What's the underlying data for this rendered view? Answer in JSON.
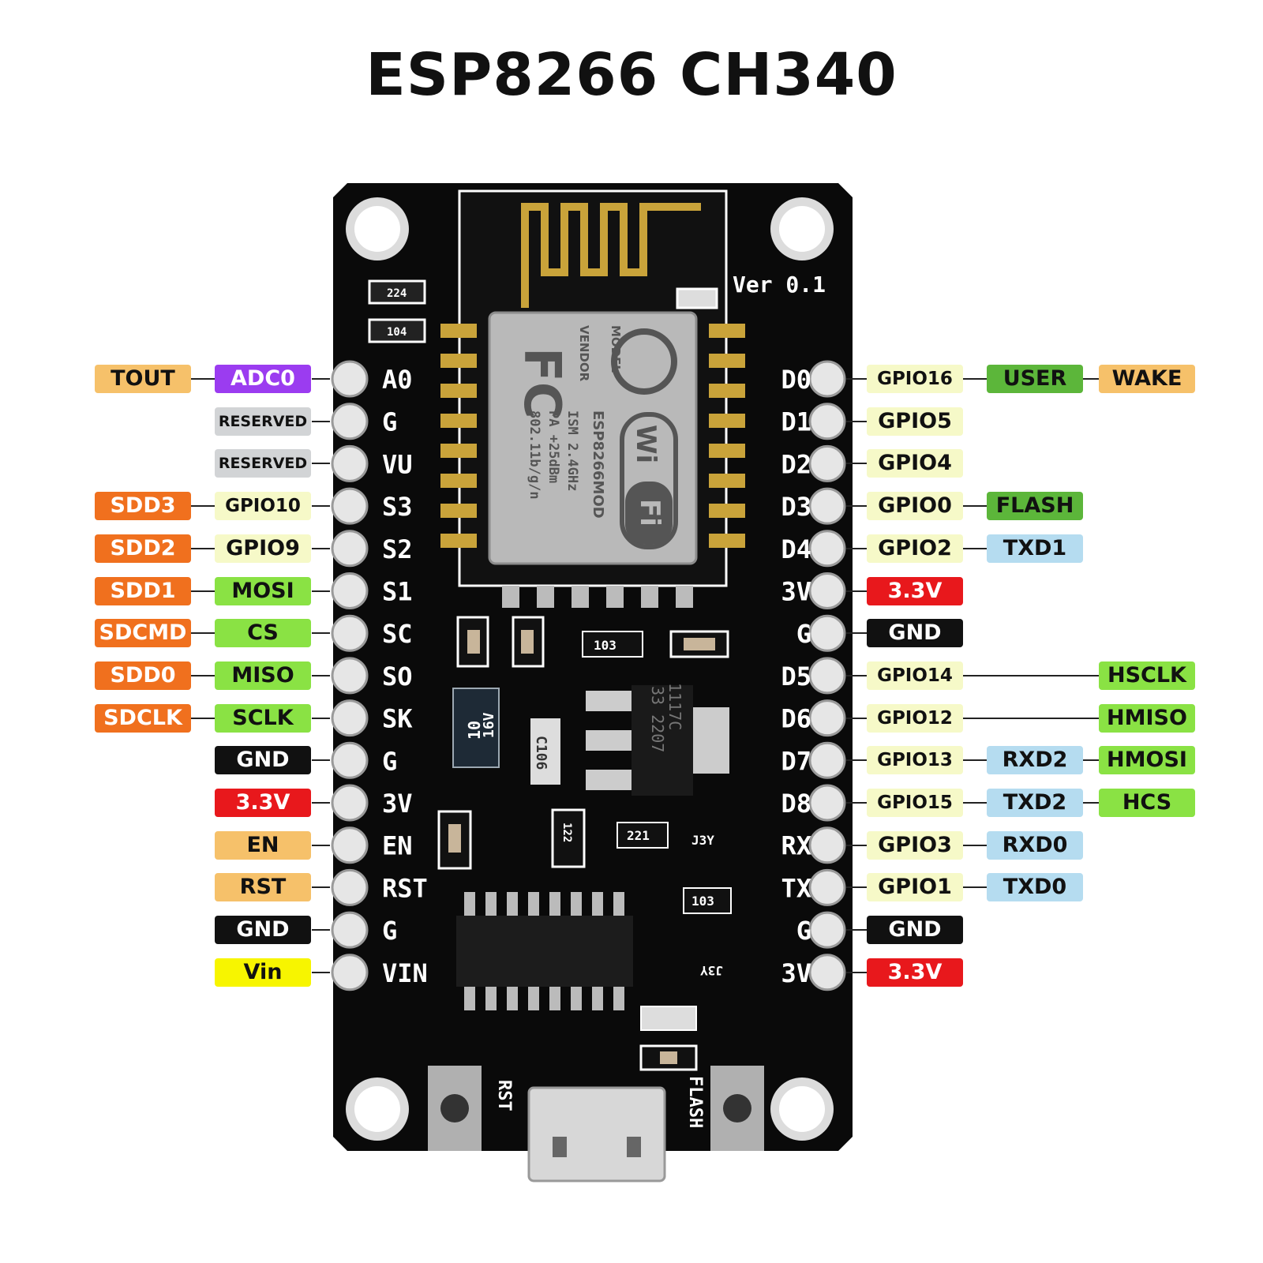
{
  "title": "ESP8266 CH340",
  "colors": {
    "orange": "#f6c16a",
    "dark_orange": "#f0701e",
    "purple": "#9b3cf0",
    "gray": "#d2d4d6",
    "pale_yellow": "#f6f9c8",
    "green": "#8ae244",
    "dark_green": "#5cb63a",
    "black": "#111111",
    "red": "#e8181c",
    "yellow": "#f7f500",
    "light_blue": "#b5dcf0",
    "pcb": "#0a0a0a",
    "gold": "#c9a33a"
  },
  "board": {
    "version": "Ver  0.1",
    "left_silk": [
      "A0",
      "G",
      "VU",
      "S3",
      "S2",
      "S1",
      "SC",
      "SO",
      "SK",
      "G",
      "3V",
      "EN",
      "RST",
      "G",
      "VIN"
    ],
    "right_silk": [
      "D0",
      "D1",
      "D2",
      "D3",
      "D4",
      "3V",
      "G",
      "D5",
      "D6",
      "D7",
      "D8",
      "RX",
      "TX",
      "G",
      "3V"
    ],
    "module_text": [
      "ISM 2.4GHz",
      "PA +25dBm",
      "802.11b/g/n"
    ],
    "module_model": "ESP8266MOD",
    "module_vendor": "VENDOR",
    "module_model_label": "MODEL",
    "fcc": "FC",
    "wifi_top": "Wi",
    "wifi_bottom": "Fi",
    "regulator": [
      "1117C",
      "33 2207"
    ],
    "cap_text": [
      "10",
      "16V"
    ],
    "cap2_text": "C106",
    "resistors": [
      "224",
      "104",
      "103",
      "221",
      "103",
      "122",
      "J3Y",
      "J3Y"
    ],
    "button_left": "RST",
    "button_right": "FLASH"
  },
  "left_pins": [
    {
      "outer": "TOUT",
      "inner": "ADC0"
    },
    {
      "outer": "",
      "inner": "RESERVED"
    },
    {
      "outer": "",
      "inner": "RESERVED"
    },
    {
      "outer": "SDD3",
      "inner": "GPIO10"
    },
    {
      "outer": "SDD2",
      "inner": "GPIO9"
    },
    {
      "outer": "SDD1",
      "inner": "MOSI"
    },
    {
      "outer": "SDCMD",
      "inner": "CS"
    },
    {
      "outer": "SDD0",
      "inner": "MISO"
    },
    {
      "outer": "SDCLK",
      "inner": "SCLK"
    },
    {
      "outer": "",
      "inner": "GND"
    },
    {
      "outer": "",
      "inner": "3.3V"
    },
    {
      "outer": "",
      "inner": "EN"
    },
    {
      "outer": "",
      "inner": "RST"
    },
    {
      "outer": "",
      "inner": "GND"
    },
    {
      "outer": "",
      "inner": "Vin"
    }
  ],
  "right_pins": [
    {
      "first": "GPIO16",
      "second": "USER",
      "third": "WAKE"
    },
    {
      "first": "GPIO5",
      "second": "",
      "third": ""
    },
    {
      "first": "GPIO4",
      "second": "",
      "third": ""
    },
    {
      "first": "GPIO0",
      "second": "FLASH",
      "third": ""
    },
    {
      "first": "GPIO2",
      "second": "TXD1",
      "third": ""
    },
    {
      "first": "3.3V",
      "second": "",
      "third": ""
    },
    {
      "first": "GND",
      "second": "",
      "third": ""
    },
    {
      "first": "GPIO14",
      "second": "",
      "third": "HSCLK"
    },
    {
      "first": "GPIO12",
      "second": "",
      "third": "HMISO"
    },
    {
      "first": "GPIO13",
      "second": "RXD2",
      "third": "HMOSI"
    },
    {
      "first": "GPIO15",
      "second": "TXD2",
      "third": "HCS"
    },
    {
      "first": "GPIO3",
      "second": "RXD0",
      "third": ""
    },
    {
      "first": "GPIO1",
      "second": "TXD0",
      "third": ""
    },
    {
      "first": "GND",
      "second": "",
      "third": ""
    },
    {
      "first": "3.3V",
      "second": "",
      "third": ""
    }
  ]
}
